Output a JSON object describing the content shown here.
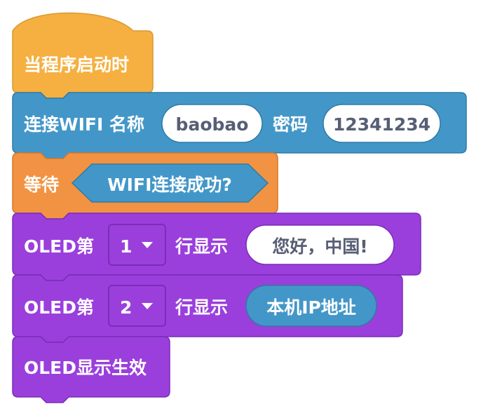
{
  "colors": {
    "events": "#f5b041",
    "events_border": "#d89a2f",
    "network": "#4397c8",
    "network_border": "#2f7aa6",
    "control": "#f19343",
    "control_border": "#d27730",
    "display": "#9a3fdc",
    "display_border": "#7b2cb8",
    "reporter": "#4397c8",
    "input_bg": "#ffffff",
    "input_text": "#575e75"
  },
  "hat_block": {
    "label": "当程序启动时"
  },
  "wifi_block": {
    "label_connect": "连接WIFI 名称",
    "ssid_value": "baobao",
    "label_password": "密码",
    "password_value": "12341234"
  },
  "wait_block": {
    "label": "等待",
    "condition_label": "WIFI连接成功?"
  },
  "oled_line1_block": {
    "label_prefix": "OLED第",
    "line_number": "1",
    "label_line": "行显示",
    "text_value": "您好，中国!"
  },
  "oled_line2_block": {
    "label_prefix": "OLED第",
    "line_number": "2",
    "label_line": "行显示",
    "reporter_label": "本机IP地址"
  },
  "oled_apply_block": {
    "label": "OLED显示生效"
  }
}
